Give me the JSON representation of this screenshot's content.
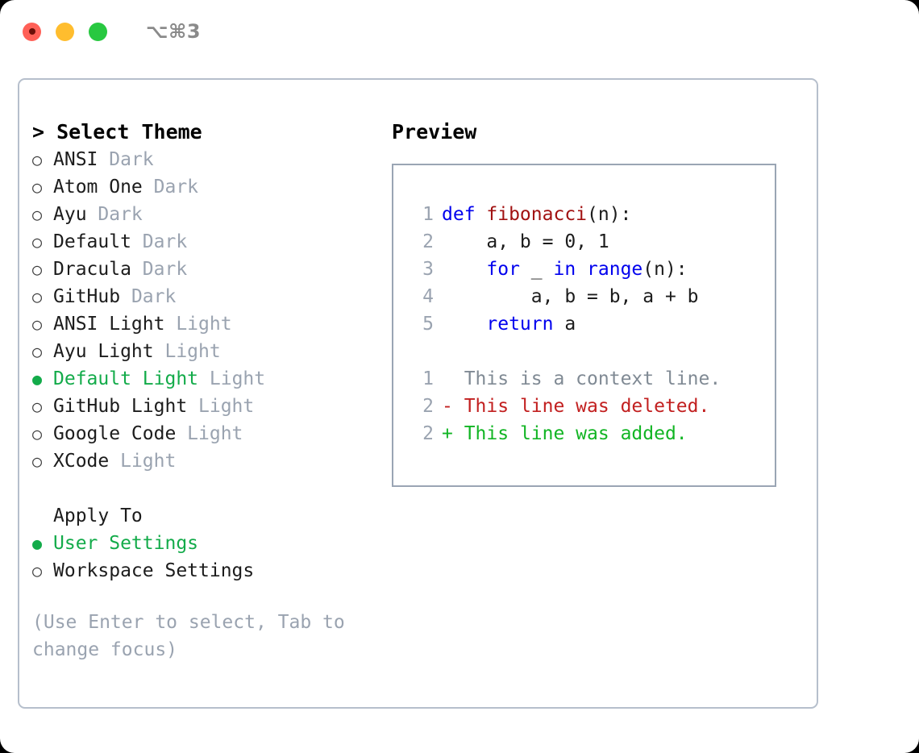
{
  "titlebar": {
    "shortcut": "⌥⌘3",
    "buttons": {
      "close": "close",
      "minimize": "minimize",
      "maximize": "maximize"
    }
  },
  "theme_list": {
    "header": "> Select Theme",
    "items": [
      {
        "bullet": "○",
        "name": "ANSI",
        "badge": "Dark",
        "selected": false
      },
      {
        "bullet": "○",
        "name": "Atom One",
        "badge": "Dark",
        "selected": false
      },
      {
        "bullet": "○",
        "name": "Ayu",
        "badge": "Dark",
        "selected": false
      },
      {
        "bullet": "○",
        "name": "Default",
        "badge": "Dark",
        "selected": false
      },
      {
        "bullet": "○",
        "name": "Dracula",
        "badge": "Dark",
        "selected": false
      },
      {
        "bullet": "○",
        "name": "GitHub",
        "badge": "Dark",
        "selected": false
      },
      {
        "bullet": "○",
        "name": "ANSI Light",
        "badge": "Light",
        "selected": false
      },
      {
        "bullet": "○",
        "name": "Ayu Light",
        "badge": "Light",
        "selected": false
      },
      {
        "bullet": "●",
        "name": "Default Light",
        "badge": "Light",
        "selected": true
      },
      {
        "bullet": "○",
        "name": "GitHub Light",
        "badge": "Light",
        "selected": false
      },
      {
        "bullet": "○",
        "name": "Google Code",
        "badge": "Light",
        "selected": false
      },
      {
        "bullet": "○",
        "name": "XCode",
        "badge": "Light",
        "selected": false
      }
    ]
  },
  "apply_to": {
    "label": "Apply To",
    "options": [
      {
        "bullet": "●",
        "name": "User Settings",
        "selected": true
      },
      {
        "bullet": "○",
        "name": "Workspace Settings",
        "selected": false
      }
    ]
  },
  "hint": "(Use Enter to select, Tab to change focus)",
  "preview": {
    "title": "Preview",
    "code_lines": [
      {
        "no": "1",
        "segments": [
          {
            "t": "def ",
            "c": "kw"
          },
          {
            "t": "fibonacci",
            "c": "fn"
          },
          {
            "t": "(n):",
            "c": "plain"
          }
        ]
      },
      {
        "no": "2",
        "segments": [
          {
            "t": "    a, b = 0, 1",
            "c": "plain"
          }
        ]
      },
      {
        "no": "3",
        "segments": [
          {
            "t": "    ",
            "c": "plain"
          },
          {
            "t": "for",
            "c": "kw"
          },
          {
            "t": " _ ",
            "c": "plain"
          },
          {
            "t": "in range",
            "c": "kw"
          },
          {
            "t": "(n):",
            "c": "plain"
          }
        ]
      },
      {
        "no": "4",
        "segments": [
          {
            "t": "        a, b = b, a + b",
            "c": "plain"
          }
        ]
      },
      {
        "no": "5",
        "segments": [
          {
            "t": "    ",
            "c": "plain"
          },
          {
            "t": "return",
            "c": "kw"
          },
          {
            "t": " a",
            "c": "plain"
          }
        ]
      }
    ],
    "diff_lines": [
      {
        "no": "1",
        "marker": "  ",
        "text": "This is a context line.",
        "kind": "ctx"
      },
      {
        "no": "2",
        "marker": "- ",
        "text": "This line was deleted.",
        "kind": "del"
      },
      {
        "no": "2",
        "marker": "+ ",
        "text": "This line was added.",
        "kind": "add"
      }
    ]
  },
  "colors": {
    "accent_green": "#13ab4a",
    "muted_gray": "#9aa3b0",
    "keyword_blue": "#0000ee",
    "function_red": "#a11111",
    "diff_delete": "#c22020",
    "diff_add": "#12b524",
    "border": "#b6bfcc",
    "traffic_close": "#ff6057",
    "traffic_min": "#ffbd2e",
    "traffic_max": "#28c840"
  }
}
